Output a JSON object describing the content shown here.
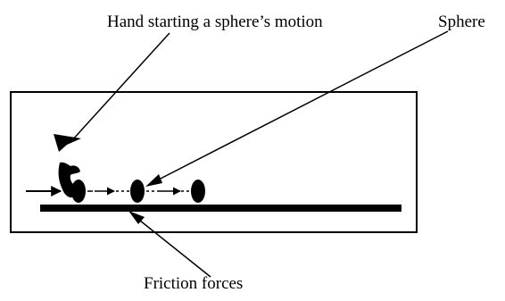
{
  "labels": {
    "hand": "Hand starting a sphere’s motion",
    "sphere": "Sphere",
    "friction": "Friction forces"
  },
  "colors": {
    "ink": "#000000",
    "background": "#ffffff"
  }
}
